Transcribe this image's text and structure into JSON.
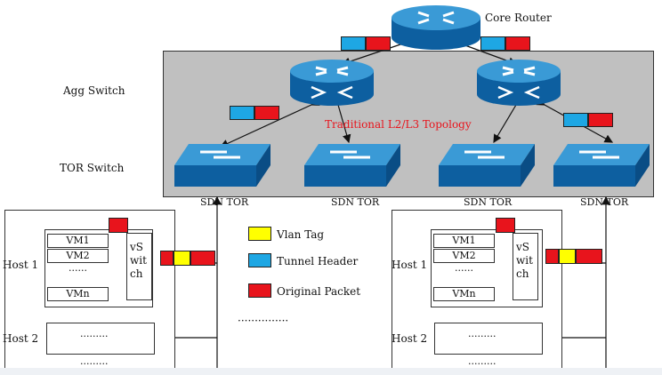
{
  "labels": {
    "core_router": "Core Router",
    "agg_switch": "Agg Switch",
    "tor_switch": "TOR Switch",
    "topology": "Traditional L2/L3 Topology",
    "sdn_tor": "SDN TOR",
    "host1": "Host 1",
    "host2": "Host 2",
    "vswitch": "vSwitch",
    "dots_short": "······",
    "dots_long": "·········",
    "legend_dots": "···············"
  },
  "vms": [
    "VM1",
    "VM2",
    "VMn"
  ],
  "legend": [
    {
      "label": "Vlan Tag",
      "color": "#ffff00"
    },
    {
      "label": "Tunnel Header",
      "color": "#1ea7e4"
    },
    {
      "label": "Original Packet",
      "color": "#e8141c"
    }
  ],
  "colors": {
    "panel": "#c0c0c0",
    "topology_text": "#e8141c",
    "device_dark": "#0d5fa0",
    "device_light": "#3a9ad6",
    "tunnel": "#1ea7e4",
    "vlan": "#ffff00",
    "packet": "#e8141c"
  },
  "icons": {
    "router": "router-icon",
    "switch": "switch-icon"
  }
}
